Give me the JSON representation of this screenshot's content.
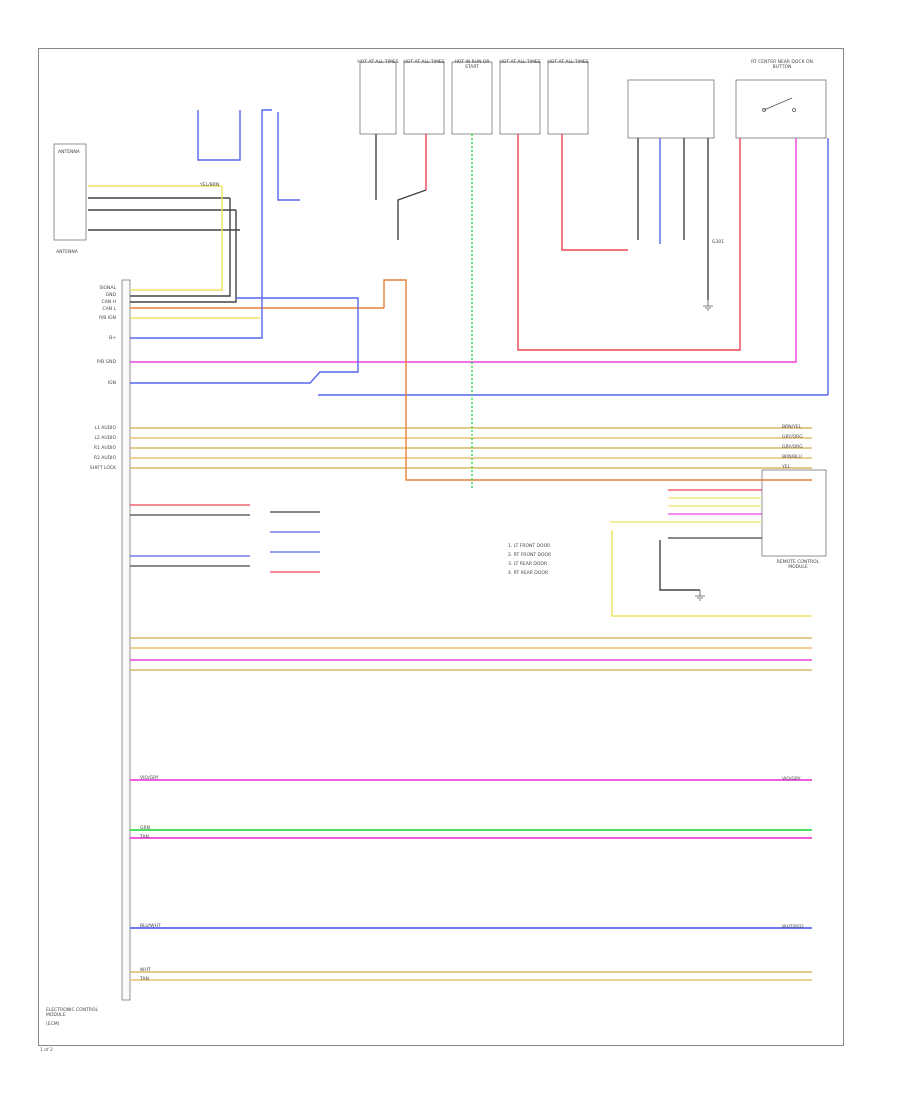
{
  "diagram": {
    "page_code": "1 of 2",
    "antenna_label": "ANTENNA",
    "ecm_label": "ELECTRONIC CONTROL MODULE",
    "ecm_sub": "(ECM)",
    "hot_labels": [
      "HOT AT ALL TIMES",
      "HOT AT ALL TIMES",
      "HOT IN RUN OR START",
      "HOT AT ALL TIMES",
      "HOT AT ALL TIMES"
    ],
    "rt_label": "RT CENTER NEAR DOCK ON BUTTON",
    "left_pins": [
      "SIGNAL",
      "GND",
      "CAN H",
      "CAN L",
      "P/B IGN",
      "B+",
      "P/B GND",
      "IGN",
      "L1 AUDIO",
      "L2 AUDIO",
      "R1 AUDIO",
      "R2 AUDIO",
      "SHIFT LOCK"
    ],
    "right_pins": [
      "BRN/YEL",
      "GRY/ORG",
      "GRY/ORG",
      "BRN/BLU",
      "YEL",
      "VIO/GRY",
      "WHT/RED"
    ],
    "legend": [
      "1. LT FRONT DOOR",
      "2. RT FRONT DOOR",
      "3. LT REAR DOOR",
      "4. RT REAR DOOR"
    ],
    "wire_labels": {
      "yel": "YEL/BRN",
      "vio": "VIO/GRY",
      "grn": "GRN",
      "tan": "TAN",
      "blu": "BLU/WHT",
      "wht": "WHT",
      "tan2": "TAN"
    },
    "remote_label": "REMOTE CONTROL MODULE",
    "gnd_label": "G301",
    "colors": {
      "yellow": "#f0e060",
      "magenta": "#ee44dd",
      "blue": "#5566ee",
      "green": "#33dd44",
      "orange": "#e8803a",
      "red": "#ee4455",
      "black": "#444444",
      "tan": "#d8b86a"
    }
  }
}
